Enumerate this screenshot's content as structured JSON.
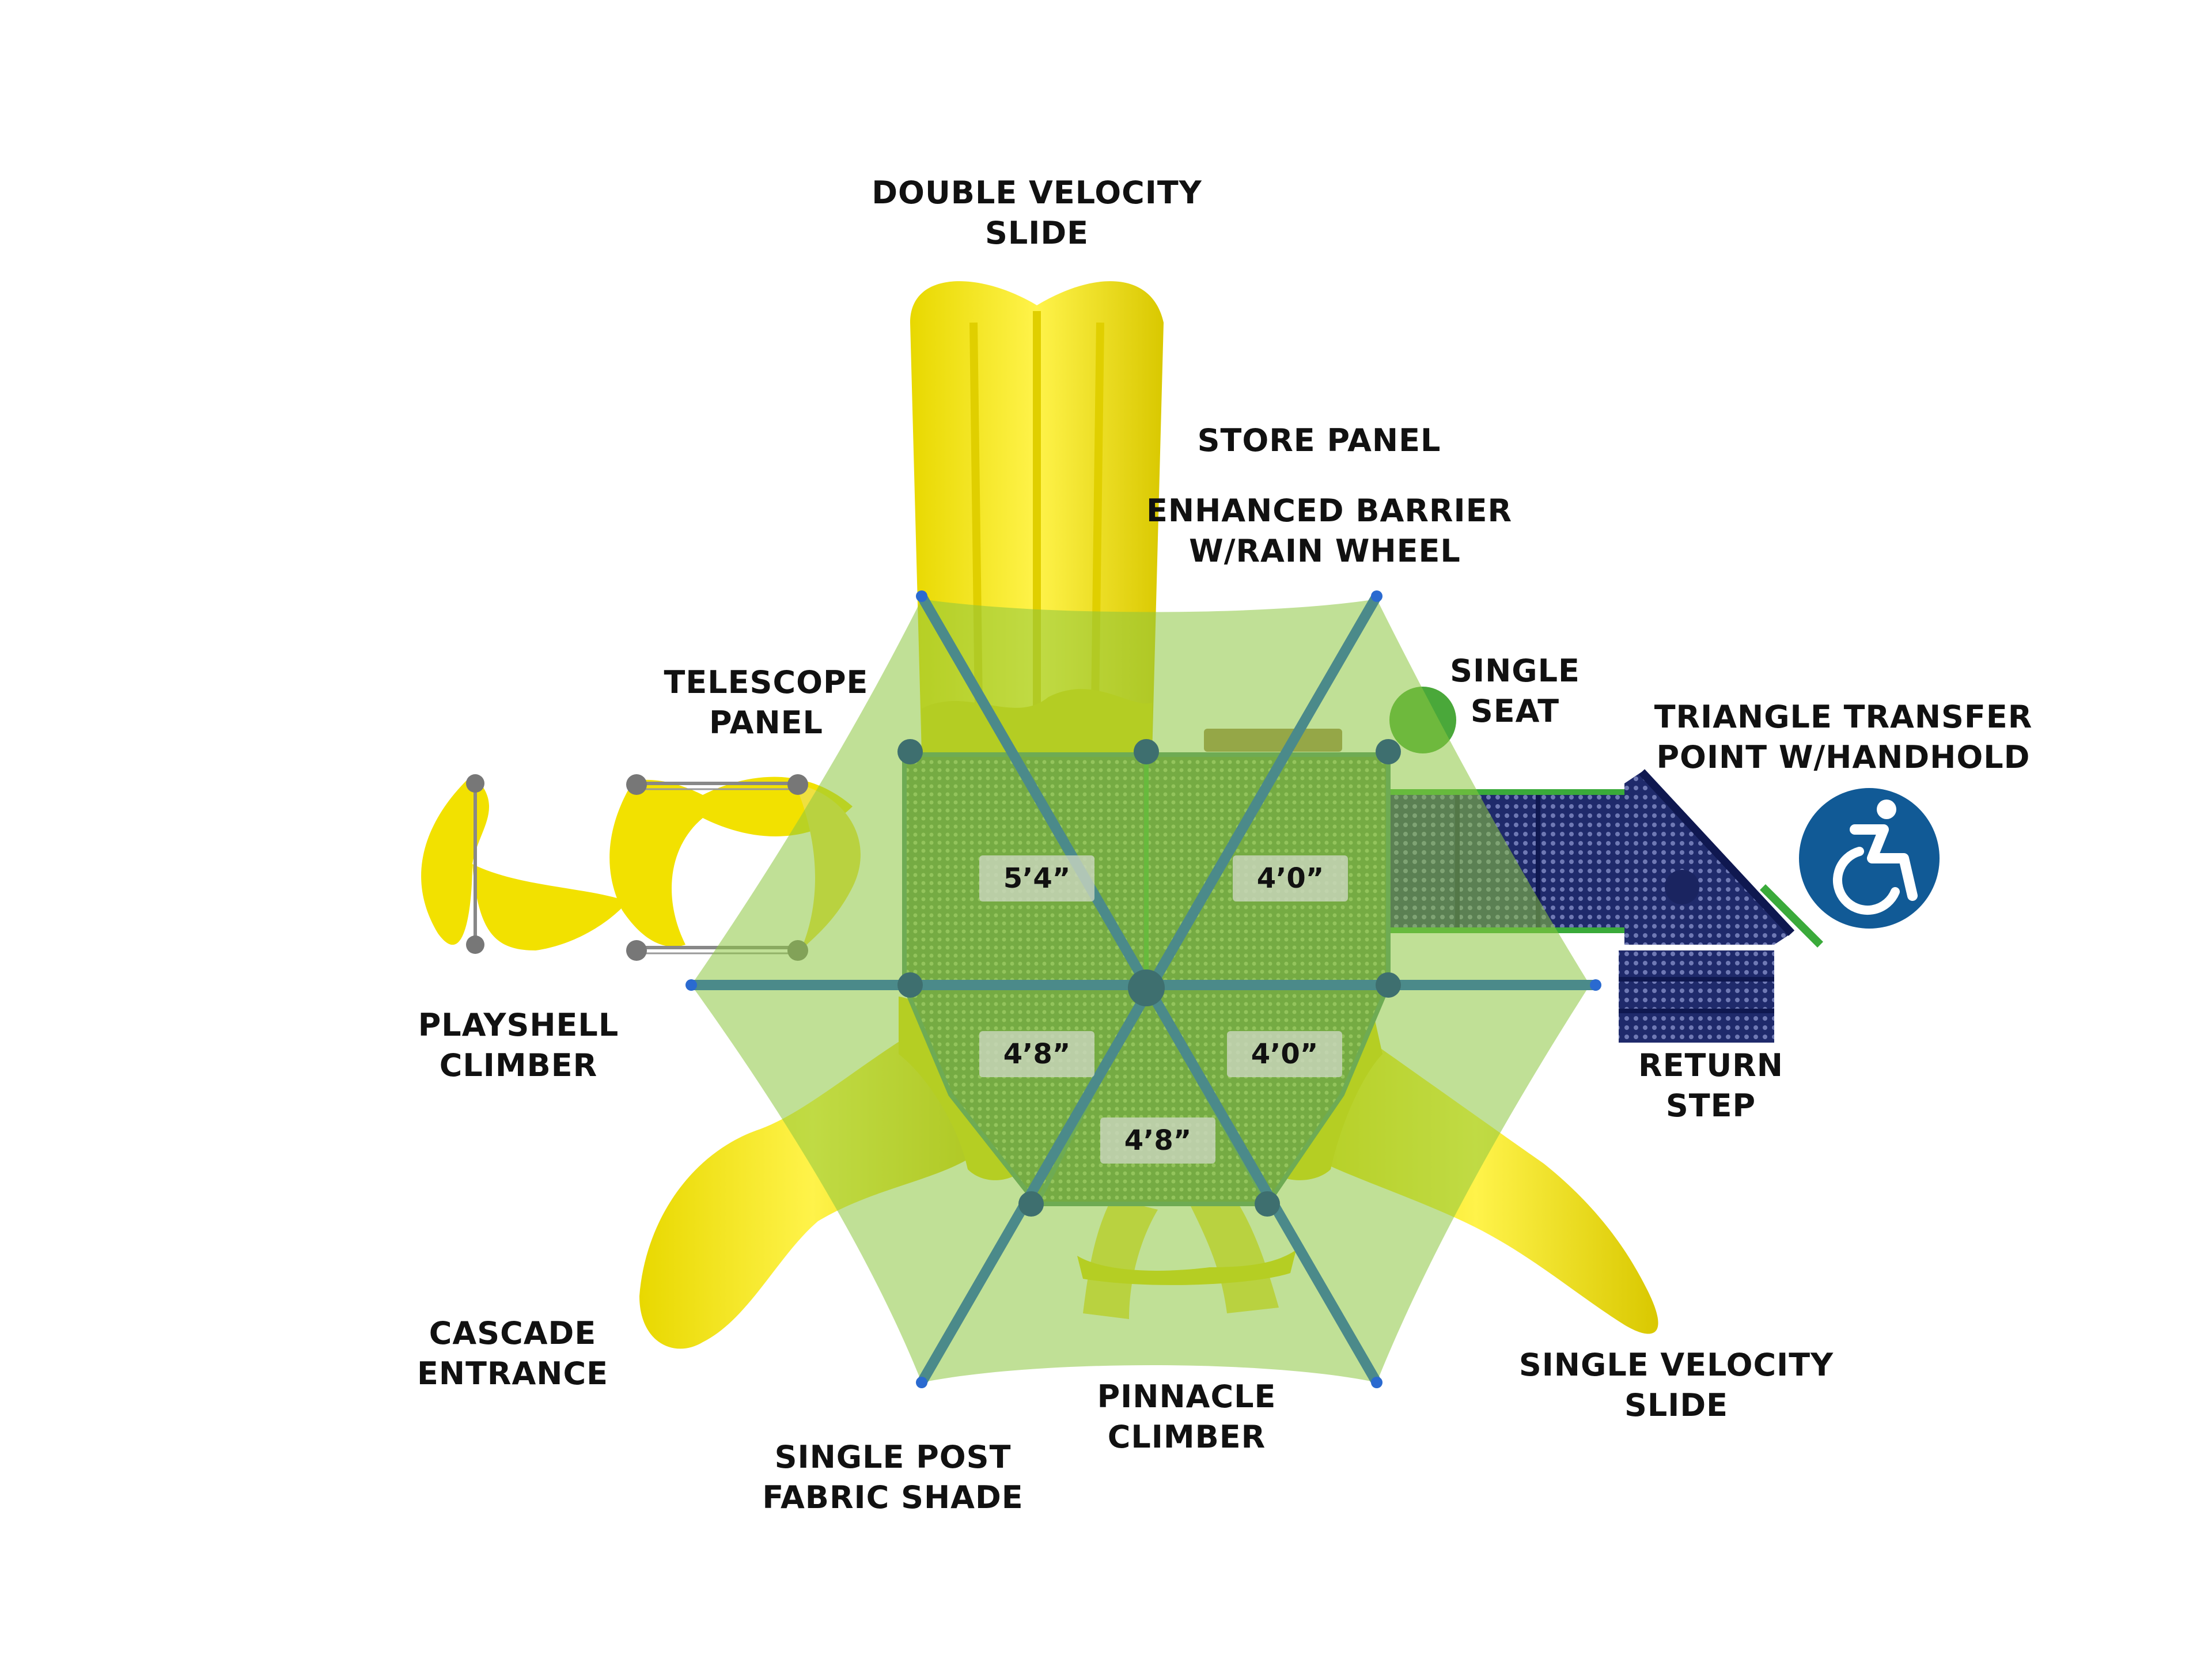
{
  "labels": {
    "double_velocity_slide": [
      "DOUBLE VELOCITY",
      "SLIDE"
    ],
    "store_panel": [
      "STORE PANEL"
    ],
    "enhanced_barrier": [
      "ENHANCED BARRIER",
      "W/RAIN WHEEL"
    ],
    "telescope_panel": [
      "TELESCOPE",
      "PANEL"
    ],
    "single_seat": [
      "SINGLE",
      "SEAT"
    ],
    "triangle_transfer_point": [
      "TRIANGLE TRANSFER",
      "POINT W/HANDHOLD"
    ],
    "playshell_climber": [
      "PLAYSHELL",
      "CLIMBER"
    ],
    "return_step": [
      "RETURN",
      "STEP"
    ],
    "cascade_entrance": [
      "CASCADE",
      "ENTRANCE"
    ],
    "single_velocity_slide": [
      "SINGLE VELOCITY",
      "SLIDE"
    ],
    "pinnacle_climber": [
      "PINNACLE",
      "CLIMBER"
    ],
    "single_post_fabric_shade": [
      "SINGLE POST",
      "FABRIC SHADE"
    ]
  },
  "deck_heights": {
    "top_left": "5’4”",
    "top_right": "4’0”",
    "mid_left": "4’8”",
    "mid_right": "4’0”",
    "bottom": "4’8”"
  },
  "icons": {
    "accessibility": "wheelchair-accessibility-icon"
  },
  "colors": {
    "slide_yellow": "#f2e100",
    "shade_green": "#8cc63f",
    "deck_green": "#5f8f4a",
    "post_teal": "#4b8a8a",
    "transfer_navy": "#1f2a6b",
    "accessibility_blue": "#115a96",
    "label_text": "#111111"
  }
}
